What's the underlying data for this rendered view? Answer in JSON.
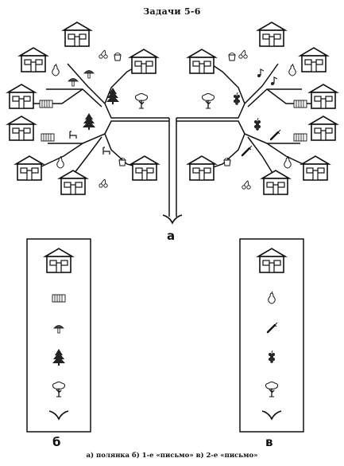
{
  "title": "Задачи 5-6",
  "labels": {
    "a": "а",
    "b": "б",
    "v": "в"
  },
  "caption": "а) полянка б) 1-е «письмо» в) 2-е «письмо»",
  "letter_b_sequence": [
    "house-icon",
    "fence-icon",
    "mushroom-icon",
    "fir-tree-icon",
    "tree-icon",
    "grass-root-icon"
  ],
  "letter_v_sequence": [
    "house-icon",
    "pear-icon",
    "carrot-icon",
    "grapes-icon",
    "tree-icon",
    "grass-root-icon"
  ]
}
